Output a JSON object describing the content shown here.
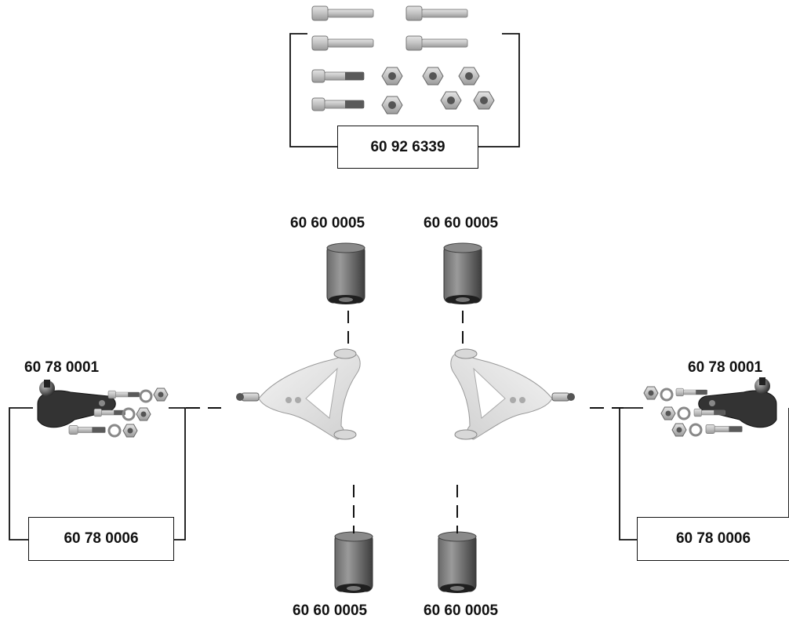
{
  "kit": {
    "number": "60 92 6339"
  },
  "bushings": {
    "top_left": "60 60 0005",
    "top_right": "60 60 0005",
    "bottom_left": "60 60 0005",
    "bottom_right": "60 60 0005"
  },
  "ball_joint_left": {
    "number": "60 78 0001",
    "kit_number": "60 78 0006"
  },
  "ball_joint_right": {
    "number": "60 78 0001",
    "kit_number": "60 78 0006"
  }
}
